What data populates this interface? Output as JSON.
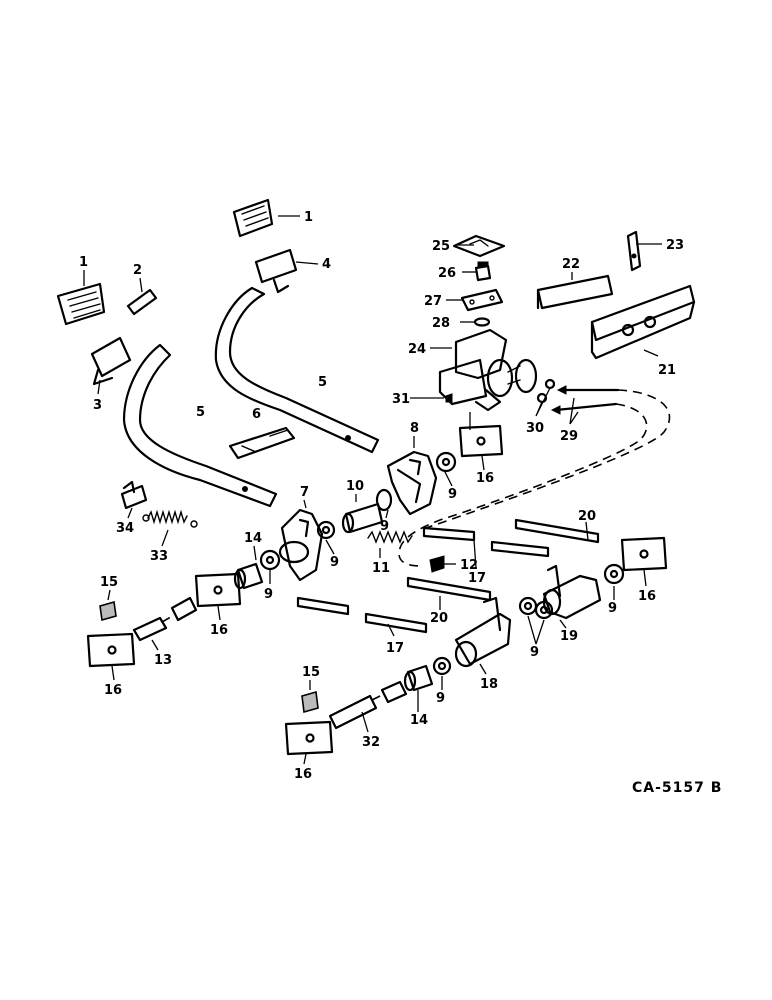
{
  "drawing_code": "CA-5157 B",
  "callouts": {
    "c1a": "1",
    "c1b": "1",
    "c2": "2",
    "c3": "3",
    "c4": "4",
    "c5a": "5",
    "c5b": "5",
    "c6": "6",
    "c7": "7",
    "c8": "8",
    "c9a": "9",
    "c9b": "9",
    "c9c": "9",
    "c9d": "9",
    "c9e": "9",
    "c9f": "9",
    "c10": "10",
    "c11": "11",
    "c12": "12",
    "c13": "13",
    "c14a": "14",
    "c14b": "14",
    "c15a": "15",
    "c15b": "15",
    "c16a": "16",
    "c16b": "16",
    "c16c": "16",
    "c16d": "16",
    "c16e": "16",
    "c17a": "17",
    "c17b": "17",
    "c18": "18",
    "c19": "19",
    "c20a": "20",
    "c20b": "20",
    "c21": "21",
    "c22": "22",
    "c23": "23",
    "c24": "24",
    "c25": "25",
    "c26": "26",
    "c27": "27",
    "c28": "28",
    "c29": "29",
    "c30": "30",
    "c31": "31",
    "c32": "32",
    "c33": "33",
    "c34": "34"
  }
}
